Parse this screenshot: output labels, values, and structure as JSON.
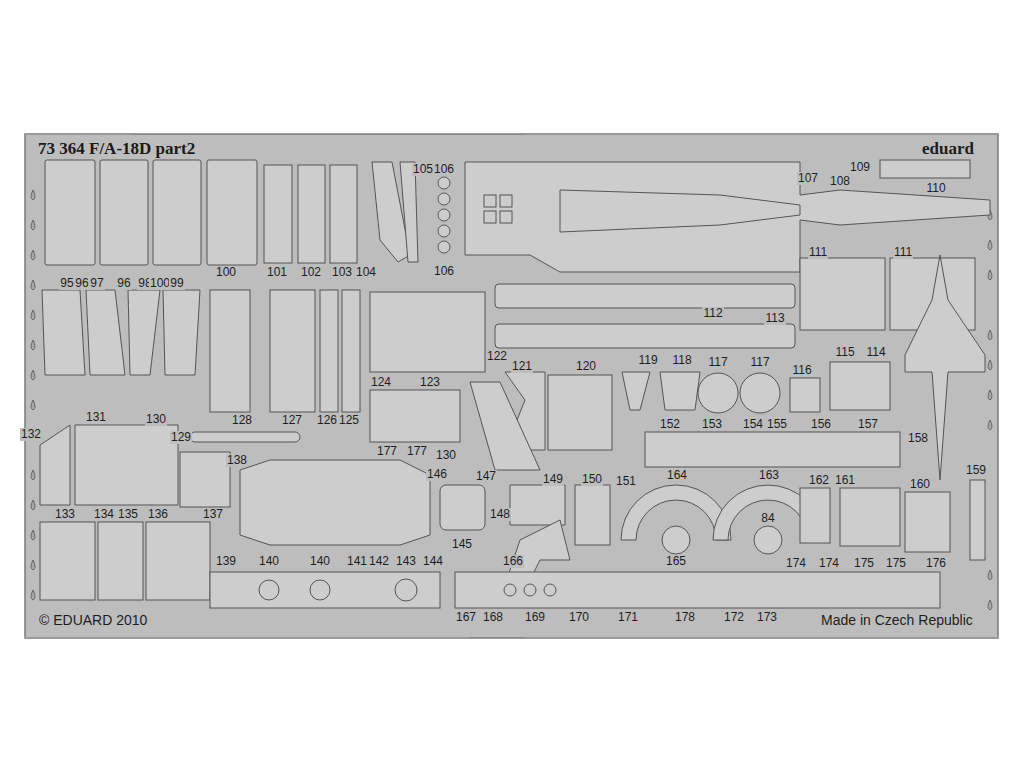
{
  "diagram": {
    "title": "73 364 F/A-18D part2",
    "labels": [
      "eduard",
      "95",
      "96",
      "97",
      "96",
      "98",
      "100",
      "99",
      "100",
      "101",
      "102",
      "103",
      "104",
      "105",
      "106",
      "106",
      "107",
      "108",
      "109",
      "110",
      "111",
      "111",
      "112",
      "113",
      "122",
      "121",
      "120",
      "119",
      "118",
      "117",
      "117",
      "116",
      "115",
      "114",
      "124",
      "123",
      "128",
      "127",
      "126",
      "125",
      "131",
      "130",
      "132",
      "129",
      "138",
      "177",
      "177",
      "130",
      "146",
      "147",
      "149",
      "150",
      "152",
      "153",
      "154",
      "155",
      "156",
      "157",
      "158",
      "164",
      "163",
      "162",
      "161",
      "160",
      "159",
      "151",
      "148",
      "145",
      "166",
      "165",
      "84",
      "133",
      "134",
      "135",
      "136",
      "137",
      "139",
      "140",
      "140",
      "141",
      "142",
      "143",
      "144",
      "174",
      "174",
      "175",
      "175",
      "176",
      "167",
      "168",
      "169",
      "170",
      "171",
      "178",
      "172",
      "173",
      "© EDUARD 2010",
      "Made in Czech Republic"
    ]
  }
}
